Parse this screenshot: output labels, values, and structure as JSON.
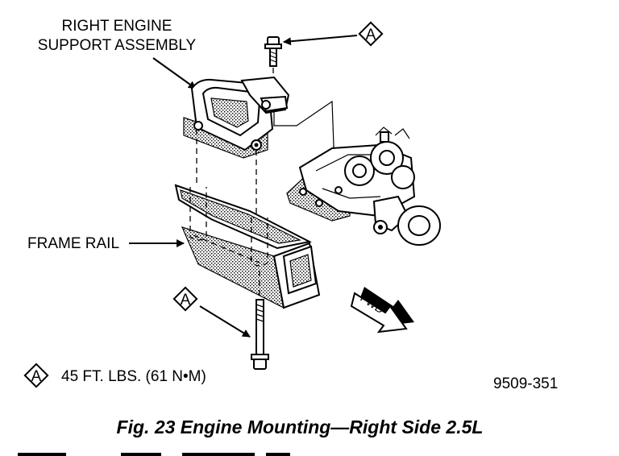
{
  "labels": {
    "engine_support_line1": "RIGHT ENGINE",
    "engine_support_line2": "SUPPORT ASSEMBLY",
    "frame_rail": "FRAME RAIL",
    "fwd": "FWD",
    "callout_letter": "A"
  },
  "legend": {
    "letter": "A",
    "torque": "45 FT. LBS. (61 N•M)"
  },
  "figure_number": "9509-351",
  "caption": "Fig. 23 Engine Mounting—Right Side 2.5L",
  "colors": {
    "ink": "#000000",
    "paper": "#ffffff"
  }
}
